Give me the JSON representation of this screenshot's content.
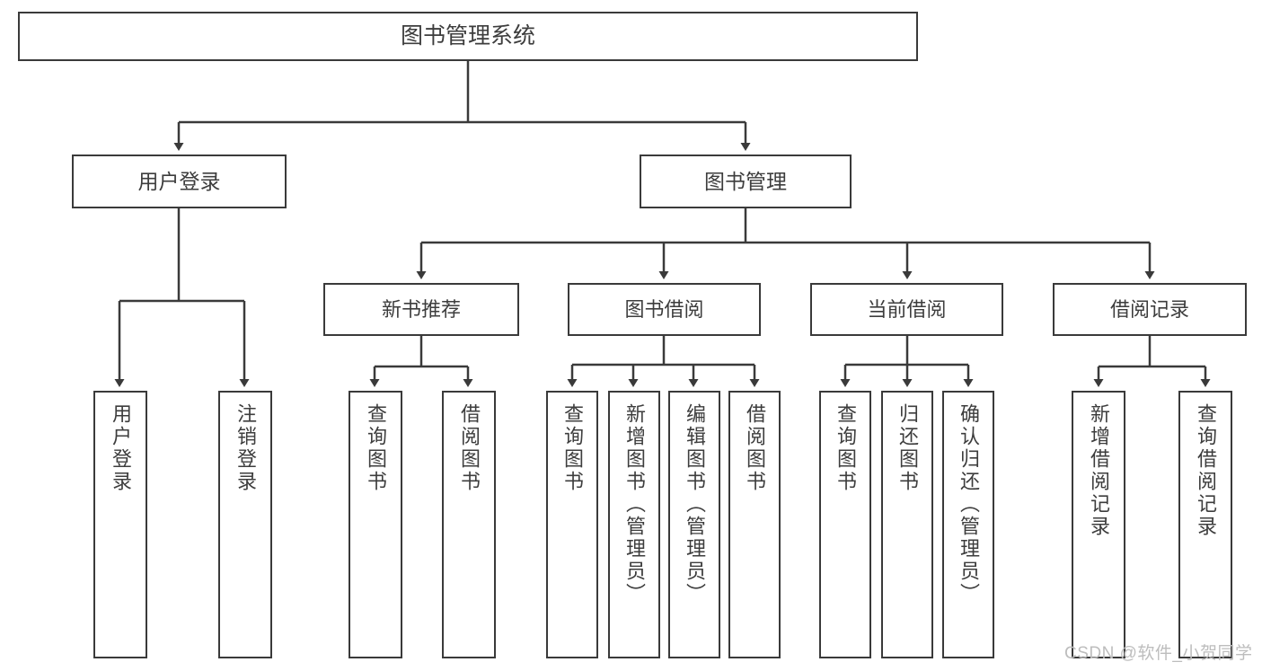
{
  "diagram": {
    "title": "图书管理系统",
    "watermark": "CSDN @软件_小贺同学",
    "colors": {
      "stroke": "#3a3a3a",
      "text": "#3d3d3d",
      "background": "#ffffff",
      "watermark": "#bdbdbd"
    },
    "root": {
      "label": "图书管理系统"
    },
    "level1": [
      {
        "label": "用户登录"
      },
      {
        "label": "图书管理"
      }
    ],
    "level2": [
      {
        "label": "新书推荐"
      },
      {
        "label": "图书借阅"
      },
      {
        "label": "当前借阅"
      },
      {
        "label": "借阅记录"
      }
    ],
    "leaves": {
      "user_login": [
        {
          "label": "用户登录"
        },
        {
          "label": "注销登录"
        }
      ],
      "new_book_recommend": [
        {
          "label": "查询图书"
        },
        {
          "label": "借阅图书"
        }
      ],
      "book_borrow": [
        {
          "label": "查询图书"
        },
        {
          "label": "新增图书（管理员）"
        },
        {
          "label": "编辑图书（管理员）"
        },
        {
          "label": "借阅图书"
        }
      ],
      "current_borrow": [
        {
          "label": "查询图书"
        },
        {
          "label": "归还图书"
        },
        {
          "label": "确认归还（管理员）"
        }
      ],
      "borrow_record": [
        {
          "label": "新增借阅记录"
        },
        {
          "label": "查询借阅记录"
        }
      ]
    }
  }
}
